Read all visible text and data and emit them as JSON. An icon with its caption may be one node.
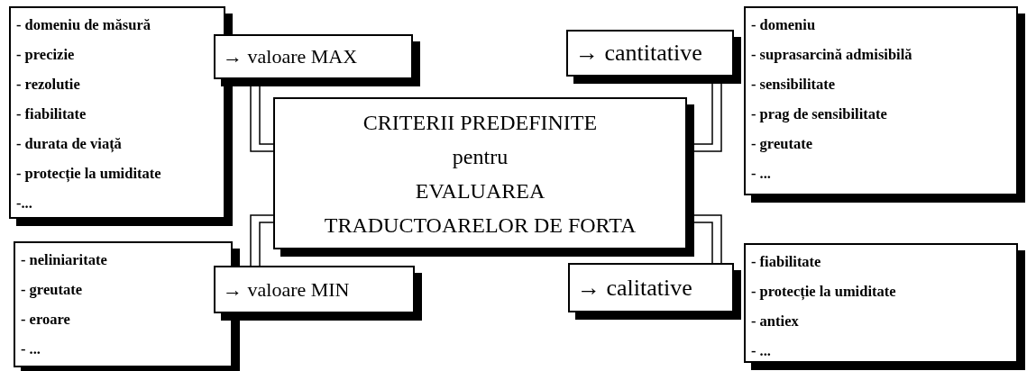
{
  "diagram": {
    "nodes": [
      {
        "text": [
          "- domeniu de măsură",
          "- precizie",
          "- rezolutie",
          "- fiabilitate",
          "- durata de viață",
          "- protecție la umiditate",
          "-..."
        ]
      },
      {
        "text": [
          "→ valoare MAX"
        ]
      },
      {
        "text": [
          "→ cantitative"
        ]
      },
      {
        "text": [
          "- domeniu",
          "- suprasarcină admisibilă",
          "- sensibilitate",
          "- prag de sensibilitate",
          "- greutate",
          "- ..."
        ]
      },
      {
        "text": [
          "CRITERII PREDEFINITE",
          "pentru",
          "EVALUAREA",
          "TRADUCTOARELOR DE FORTA"
        ]
      },
      {
        "text": [
          "- neliniaritate",
          "- greutate",
          "- eroare",
          "- ..."
        ]
      },
      {
        "text": [
          "→ valoare MIN"
        ]
      },
      {
        "text": [
          "→ calitative"
        ]
      },
      {
        "text": [
          "- fiabilitate",
          "- protecție la umiditate",
          "- antiex",
          "- ..."
        ]
      }
    ],
    "edges": [
      {
        "from": 4,
        "to": 1,
        "arrow": "none"
      },
      {
        "from": 4,
        "to": 2,
        "arrow": "none"
      },
      {
        "from": 4,
        "to": 6,
        "arrow": "none"
      },
      {
        "from": 4,
        "to": 7,
        "arrow": "none"
      }
    ]
  }
}
